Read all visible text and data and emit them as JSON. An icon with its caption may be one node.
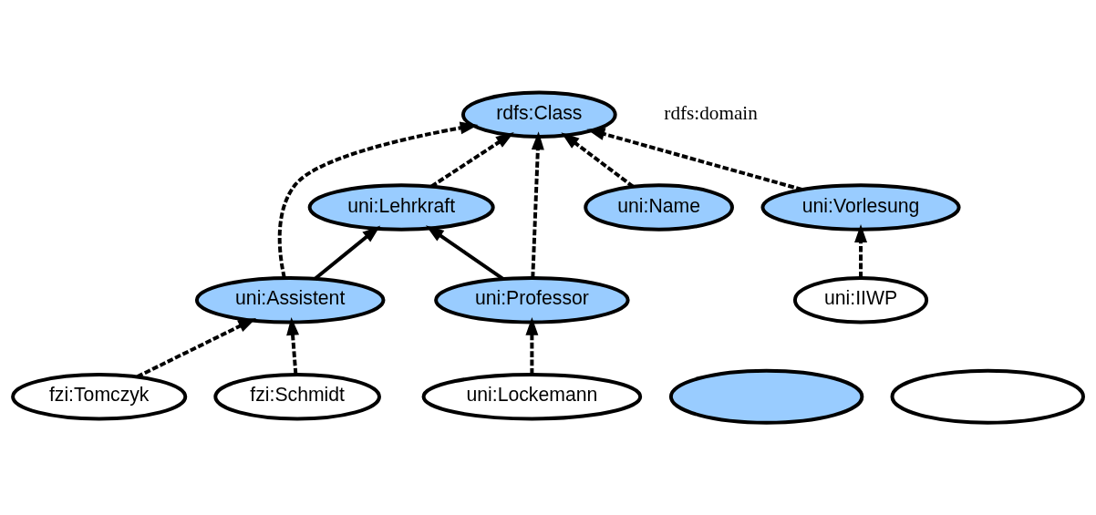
{
  "diagram": {
    "nodes": [
      {
        "text": [
          "rdfs:Class"
        ]
      },
      {
        "text": [
          "uni:Lehrkraft"
        ]
      },
      {
        "text": [
          "uni:Name"
        ]
      },
      {
        "text": [
          "uni:Vorlesung"
        ]
      },
      {
        "text": [
          "uni:Assistent"
        ]
      },
      {
        "text": [
          "uni:Professor"
        ]
      },
      {
        "text": [
          "uni:IIWP"
        ]
      },
      {
        "text": [
          "uni:Lockemann"
        ]
      },
      {
        "text": [
          "fzi:Tomczyk"
        ]
      },
      {
        "text": [
          "fzi:Schmidt"
        ]
      },
      {
        "text": [],
        "shape": "ellipse"
      },
      {
        "text": [],
        "shape": "ellipse"
      }
    ],
    "edges": [
      {
        "from": 5,
        "to": 0,
        "arrow": "to",
        "style": "dashed"
      },
      {
        "from": 1,
        "to": 0,
        "arrow": "to",
        "style": "dashed"
      },
      {
        "from": 4,
        "to": 0,
        "arrow": "to",
        "style": "dashed"
      },
      {
        "from": 2,
        "to": 0,
        "arrow": "to",
        "style": "dashed"
      },
      {
        "from": 3,
        "to": 0,
        "arrow": "to",
        "style": "dashed"
      },
      {
        "from": 5,
        "to": 1,
        "arrow": "to"
      },
      {
        "from": 4,
        "to": 1,
        "arrow": "to"
      },
      {
        "from": 6,
        "to": 3,
        "arrow": "to",
        "style": "dashed"
      },
      {
        "from": 7,
        "to": 5,
        "arrow": "to",
        "style": "dashed"
      },
      {
        "from": 8,
        "to": 4,
        "arrow": "to",
        "style": "dashed"
      },
      {
        "from": 9,
        "to": 4,
        "arrow": "to",
        "style": "dashed"
      }
    ],
    "labels": [
      "rdfs:domain"
    ]
  }
}
